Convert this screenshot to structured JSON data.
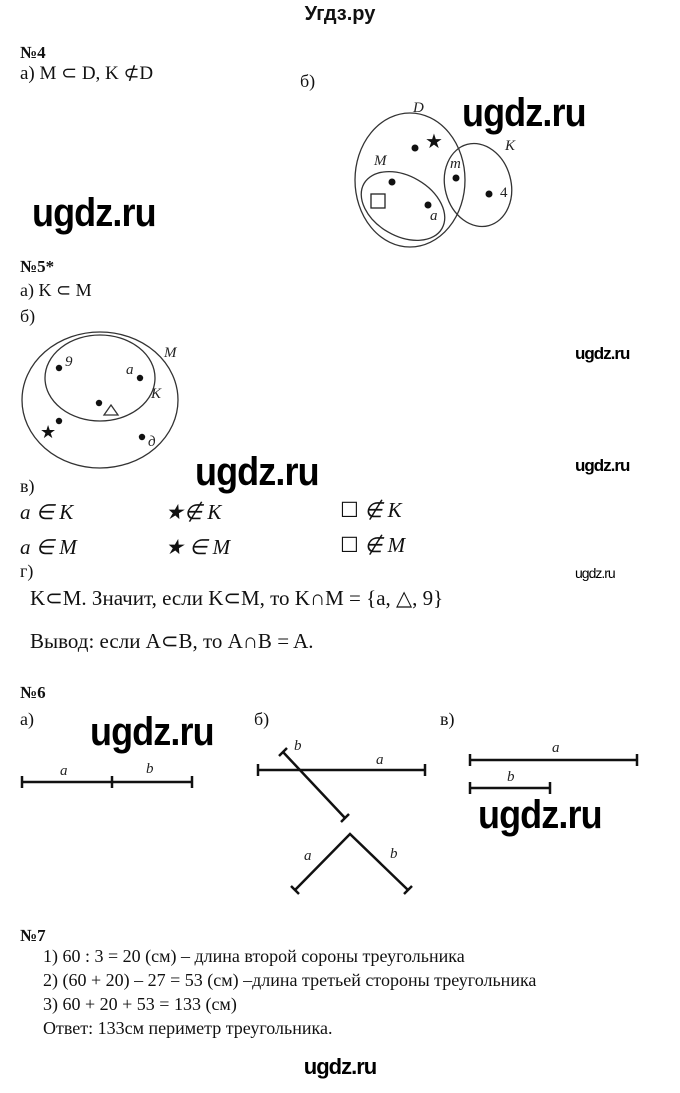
{
  "header": {
    "title": "Угдз.ру"
  },
  "watermark": "ugdz.ru",
  "task4": {
    "number": "№4",
    "a": "а) M ⊂ D,  K ⊄D",
    "b_label": "б)",
    "venn_labels": {
      "D": "D",
      "M": "M",
      "K": "K",
      "m": "m",
      "four": "4",
      "a": "a"
    }
  },
  "task5": {
    "number": "№5*",
    "a": "а) K ⊂ M",
    "b_label": "б)",
    "venn_labels": {
      "M": "M",
      "K": "K",
      "nine": "9",
      "a": "a",
      "d": "д"
    },
    "v_label": "в)",
    "membership": [
      [
        "a ∈ K",
        "∉ K",
        "∉ K"
      ],
      [
        "a ∈ M",
        "∈ M",
        "∉ M"
      ]
    ],
    "g_label": "г)",
    "g_line1": "K⊂M. Значит, если K⊂M, то K∩M = {a, △, 9}",
    "g_line2": "Вывод: если A⊂B, то A∩B = A."
  },
  "task6": {
    "number": "№6",
    "a_label": "а)",
    "b_label": "б)",
    "v_label": "в)",
    "seg_a": "a",
    "seg_b": "b"
  },
  "task7": {
    "number": "№7",
    "lines": [
      "1) 60 : 3 = 20 (см) – длина второй сороны треугольника",
      "2) (60 + 20) – 27 = 53 (см) –длина третьей стороны треугольника",
      "3) 60 + 20 + 53 = 133 (см)",
      "Ответ: 133см периметр треугольника."
    ]
  }
}
